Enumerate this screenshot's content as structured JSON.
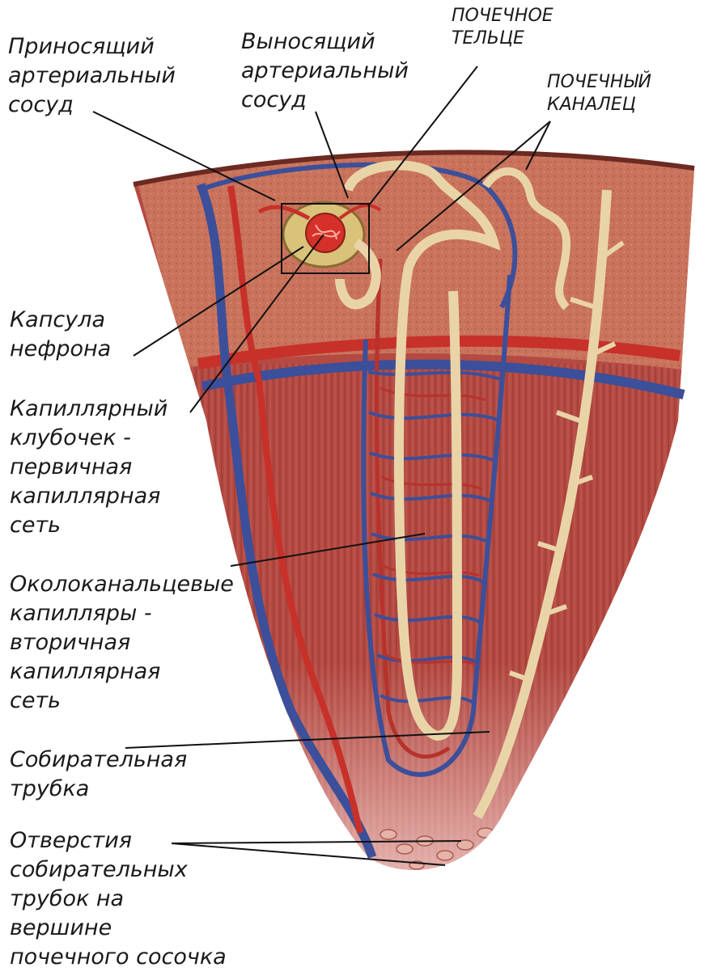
{
  "labels": {
    "afferent_vessel": "Приносящий\nартериальный\nсосуд",
    "efferent_vessel": "Выносящий\nартериальный\nсосуд",
    "renal_corpuscle": "ПОЧЕЧНОЕ\nТЕЛЬЦЕ",
    "renal_tubule": "ПОЧЕЧНЫЙ\nКАНАЛЕЦ",
    "nephron_capsule": "Капсула\nнефрона",
    "capillary_glomerulus": "Капиллярный\nклубочек -\nпервичная\nкапиллярная\nсеть",
    "peritubular_capillaries": "Околоканальцевые\nкапилляры -\nвторичная\nкапиллярная\nсеть",
    "collecting_duct": "Собирательная\nтрубка",
    "duct_openings": "Отверстия\nсобирательных\nтрубок на\nвершине\nпочечного сосочка"
  },
  "colors": {
    "medulla": "#b44a42",
    "cortex": "#c9735c",
    "artery": "#c8302a",
    "vein": "#3c4f9a",
    "tubule": "#e9d4a8",
    "leader": "#111111"
  }
}
